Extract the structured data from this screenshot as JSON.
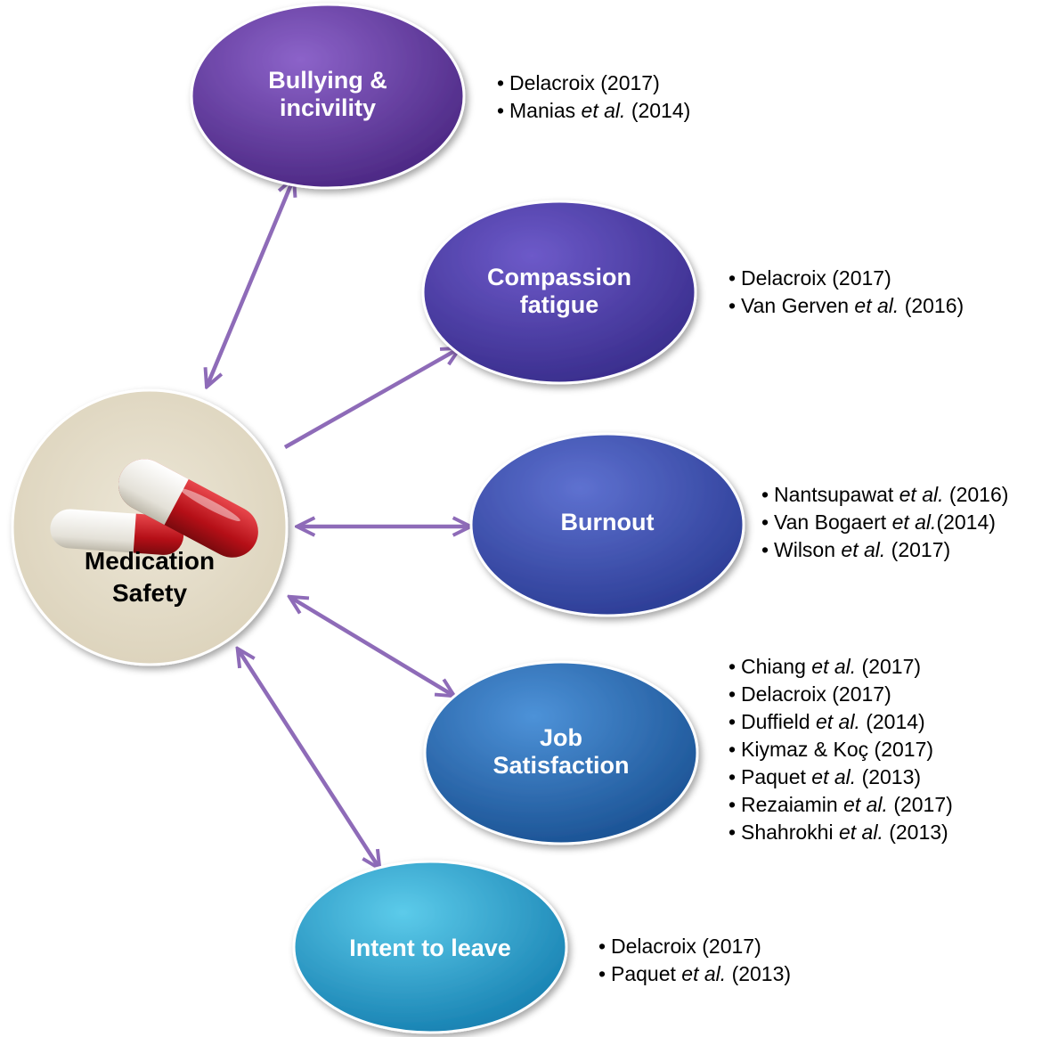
{
  "center": {
    "label_line1": "Medication",
    "label_line2": "Safety",
    "icon": "pills-icon"
  },
  "nodes": [
    {
      "id": "bullying",
      "label_line1": "Bullying &",
      "label_line2": "incivility",
      "color": "#6a3fa6",
      "refs": [
        {
          "author": "Delacroix",
          "etal": "",
          "year": "(2017)"
        },
        {
          "author": "Manias",
          "etal": "et al.",
          "year": "(2014)"
        }
      ]
    },
    {
      "id": "compassion",
      "label_line1": "Compassion",
      "label_line2": "fatigue",
      "color": "#5a44b0",
      "refs": [
        {
          "author": "Delacroix",
          "etal": "",
          "year": "(2017)"
        },
        {
          "author": "Van Gerven",
          "etal": "et al.",
          "year": "(2016)"
        }
      ]
    },
    {
      "id": "burnout",
      "label_line1": "Burnout",
      "label_line2": "",
      "color": "#3f55b8",
      "refs": [
        {
          "author": "Nantsupawat",
          "etal": "et al.",
          "year": "(2016)"
        },
        {
          "author": "Van Bogaert",
          "etal": "et al.",
          "year": "(2014)"
        },
        {
          "author": "Wilson",
          "etal": "et al.",
          "year": "(2017)"
        }
      ]
    },
    {
      "id": "job",
      "label_line1": "Job",
      "label_line2": "Satisfaction",
      "color": "#2b75c4",
      "refs": [
        {
          "author": "Chiang",
          "etal": "et al.",
          "year": "(2017)"
        },
        {
          "author": "Delacroix",
          "etal": "",
          "year": "(2017)"
        },
        {
          "author": "Duffield",
          "etal": "et al.",
          "year": "(2014)"
        },
        {
          "author": "Kiymaz & Koç",
          "etal": "",
          "year": "(2017)"
        },
        {
          "author": "Paquet",
          "etal": "et al.",
          "year": "(2013)"
        },
        {
          "author": "Rezaiamin",
          "etal": "et al.",
          "year": "(2017)"
        },
        {
          "author": "Shahrokhi",
          "etal": "et al.",
          "year": "(2013)"
        }
      ]
    },
    {
      "id": "intent",
      "label_line1": "Intent to leave",
      "label_line2": "",
      "color": "#2aa8d4",
      "refs": [
        {
          "author": "Delacroix",
          "etal": "",
          "year": "(2017)"
        },
        {
          "author": "Paquet",
          "etal": "et al.",
          "year": "(2013)"
        }
      ]
    }
  ],
  "arrow_color": "#8e6bb8"
}
